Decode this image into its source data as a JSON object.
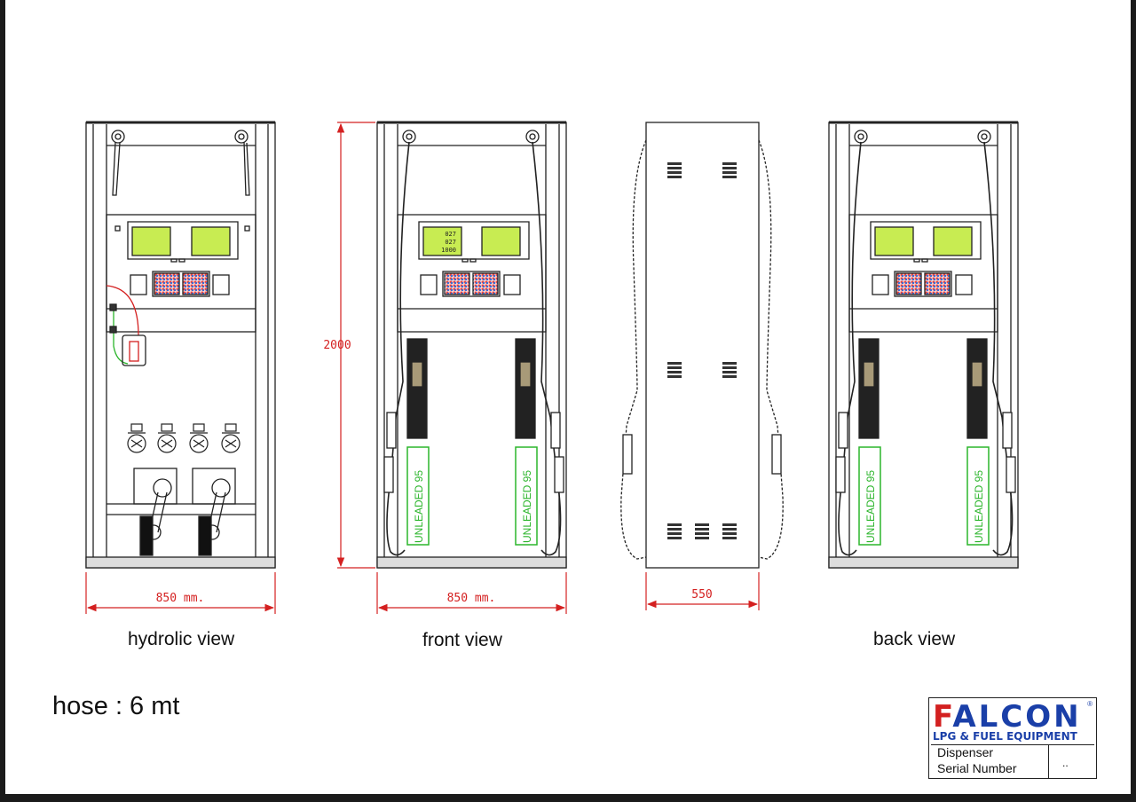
{
  "views": [
    {
      "id": "hydrolic",
      "caption": "hydrolic view",
      "width_label": "850 mm."
    },
    {
      "id": "front",
      "caption": "front view",
      "width_label": "850 mm.",
      "height_label": "2000"
    },
    {
      "id": "side",
      "caption": "",
      "width_label": "550"
    },
    {
      "id": "back",
      "caption": "back view"
    }
  ],
  "fuel_label": "UNLEADED 95",
  "display_values": [
    "027",
    "027",
    "1000"
  ],
  "note": "hose : 6 mt",
  "title_block": {
    "brand": "FALCON",
    "tagline": "LPG & FUEL EQUIPMENT",
    "row1": "Dispenser",
    "row2": "Serial Number",
    "value": ".."
  },
  "colors": {
    "dimension": "#d42020",
    "lcd": "#c8ec52",
    "fuel_label": "#2bb52b",
    "brand_blue": "#1a3fa8",
    "brand_red": "#d32020"
  }
}
